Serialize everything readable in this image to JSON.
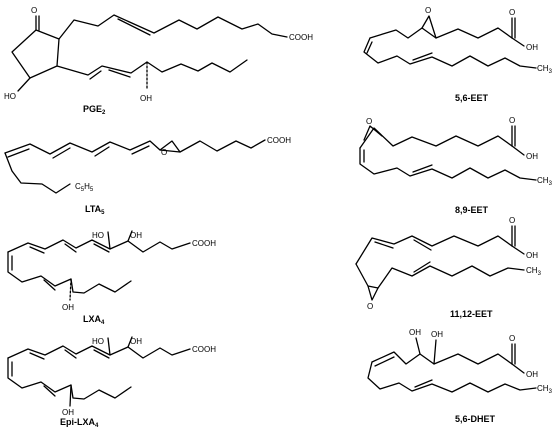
{
  "molecules": [
    {
      "id": "pge2",
      "name": "PGE",
      "sub": "2",
      "atoms": {
        "o_ketone": "O",
        "oh_ring": "HO",
        "oh_chain": "OH",
        "acid": "COOH"
      }
    },
    {
      "id": "lta5",
      "name": "LTA",
      "sub": "5",
      "atoms": {
        "acid": "COOH",
        "epox": "O",
        "tail": "C",
        "tail_sub": "5",
        "tail_h": "H",
        "tail_hsub": "5"
      }
    },
    {
      "id": "lxa4",
      "name": "LXA",
      "sub": "4",
      "atoms": {
        "oh1": "HO",
        "oh2": "OH",
        "acid": "COOH",
        "oh3": "OH"
      }
    },
    {
      "id": "epilxa4",
      "name": "Epi-LXA",
      "sub": "4",
      "atoms": {
        "oh1": "HO",
        "oh2": "OH",
        "acid": "COOH",
        "oh3": "OH"
      }
    },
    {
      "id": "eet56",
      "name": "5,6-EET",
      "atoms": {
        "epox": "O",
        "o": "O",
        "oh": "OH",
        "ch3": "CH",
        "ch3sub": "3"
      }
    },
    {
      "id": "eet89",
      "name": "8,9-EET",
      "atoms": {
        "epox": "O",
        "o": "O",
        "oh": "OH",
        "ch3": "CH",
        "ch3sub": "3"
      }
    },
    {
      "id": "eet1112",
      "name": "11,12-EET",
      "atoms": {
        "epox": "O",
        "o": "O",
        "oh": "OH",
        "ch3": "CH",
        "ch3sub": "3"
      }
    },
    {
      "id": "dhet56",
      "name": "5,6-DHET",
      "atoms": {
        "oh1": "OH",
        "oh2": "OH",
        "o": "O",
        "oh": "OH",
        "ch3": "CH",
        "ch3sub": "3"
      }
    }
  ]
}
